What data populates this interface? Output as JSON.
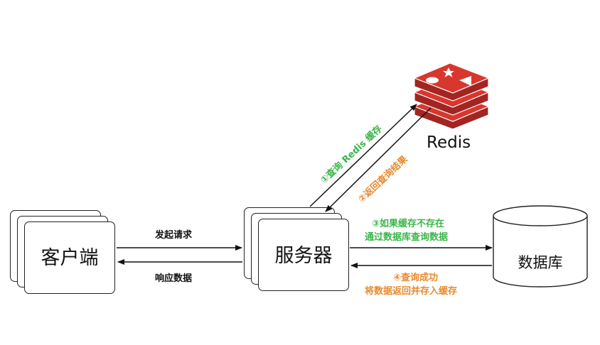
{
  "nodes": {
    "client": "客户端",
    "server": "服务器",
    "database": "数据库",
    "redis": "Redis"
  },
  "edges": {
    "request": "发起请求",
    "response": "响应数据",
    "query_redis": "①查询 Redis 缓存",
    "redis_return": "②返回查询结果",
    "query_db_line1": "③如果缓存不存在",
    "query_db_line2": "通过数据库查询数据",
    "db_return_line1": "④查询成功",
    "db_return_line2": "将数据返回并存入缓存"
  },
  "colors": {
    "green": "#3ab54a",
    "orange": "#e8892b",
    "redis_red": "#c9302a"
  }
}
